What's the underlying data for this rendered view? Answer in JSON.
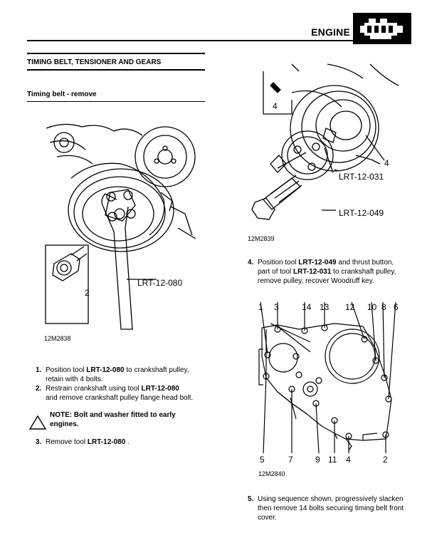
{
  "header": {
    "title": "ENGINE",
    "icon": "engine-icon"
  },
  "section": {
    "title": "TIMING BELT, TENSIONER AND GEARS",
    "subtitle": "Timing belt - remove"
  },
  "figures": {
    "fig1": {
      "id": "12M2838",
      "tool_label": "LRT-12-080",
      "inset_label": "2"
    },
    "fig2": {
      "id": "12M2839",
      "tool_a": "LRT-12-031",
      "tool_b": "LRT-12-049",
      "label_4a": "4",
      "label_4b": "4"
    },
    "fig3": {
      "id": "12M2840",
      "top_numbers": [
        "1",
        "3",
        "14",
        "13",
        "12",
        "10",
        "8",
        "6"
      ],
      "bottom_numbers": [
        "5",
        "7",
        "9",
        "11",
        "4",
        "2"
      ]
    }
  },
  "steps": {
    "s1": {
      "num": "1.",
      "pre": "Position tool ",
      "tool": "LRT-12-080",
      "post": " to crankshaft pulley,",
      "line2": "retain with 4 bolts."
    },
    "s2": {
      "num": "2.",
      "pre": "Restrain crankshaft using tool ",
      "tool": "LRT-12-080",
      "line2": "and remove crankshaft pulley flange head bolt."
    },
    "note": {
      "line1": "NOTE: Bolt and washer fitted to early",
      "line2": "engines."
    },
    "s3": {
      "num": "3.",
      "pre": "Remove tool ",
      "tool": "LRT-12-080",
      "post": " ."
    },
    "s4": {
      "num": "4.",
      "pre": "Position tool ",
      "tool": "LRT-12-049",
      "post": " and thrust button,",
      "line2_pre": "part of tool ",
      "tool2": "LRT-12-031",
      "line2_post": " to crankshaft pulley,",
      "line3": "remove pulley, recover Woodruff key."
    },
    "s5": {
      "num": "5.",
      "line1": "Using sequence shown, progressively slacken",
      "line2": "then remove 14 bolts securing timing belt front",
      "line3": "cover."
    }
  }
}
